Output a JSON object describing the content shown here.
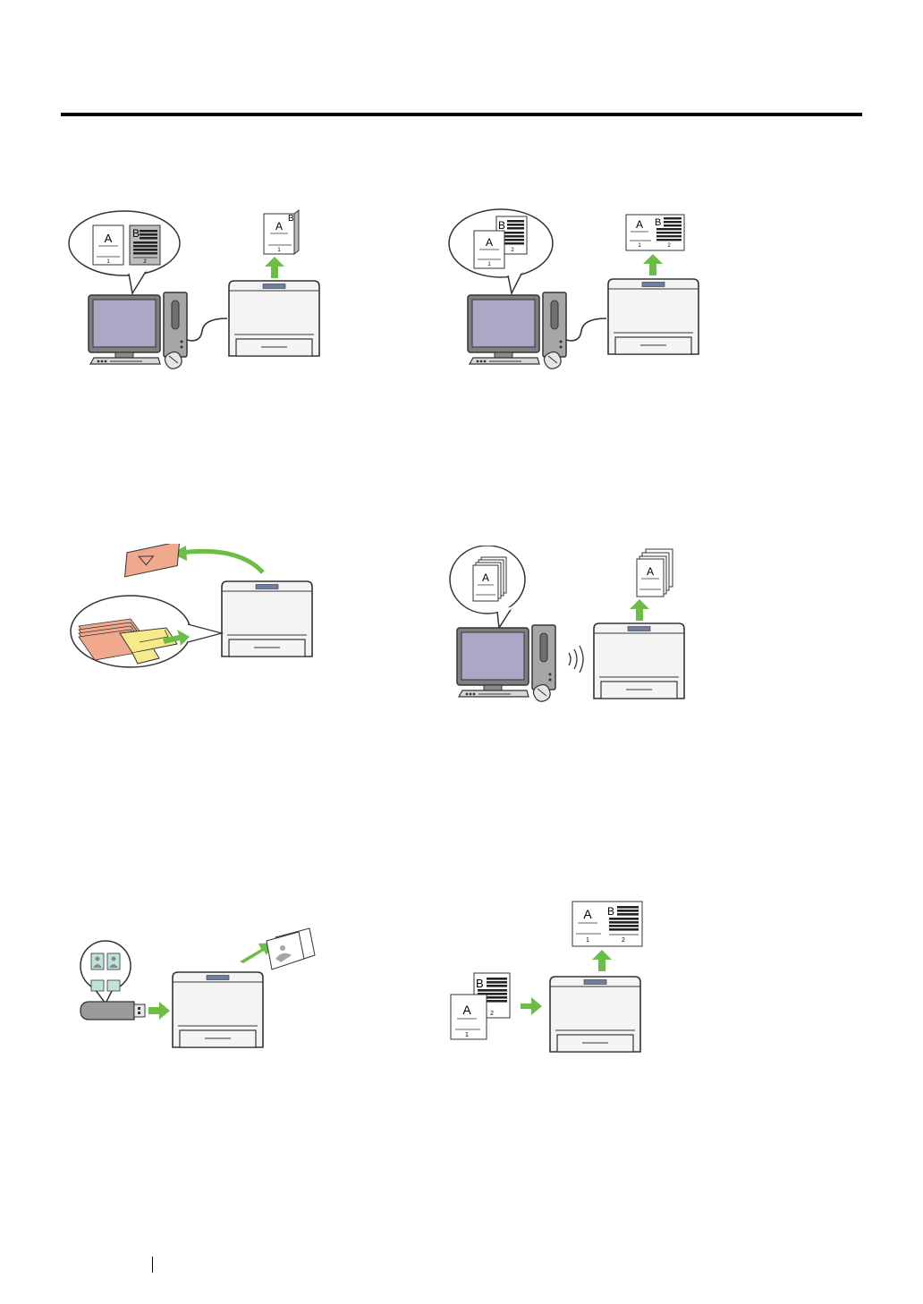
{
  "labels": {
    "page_a": "A",
    "page_b": "B",
    "page_one": "1",
    "page_two": "2"
  },
  "figures": [
    {
      "name": "figure-duplex-print"
    },
    {
      "name": "figure-n-up-print"
    },
    {
      "name": "figure-manual-feed"
    },
    {
      "name": "figure-wireless-print"
    },
    {
      "name": "figure-usb-direct-print"
    },
    {
      "name": "figure-copy"
    }
  ],
  "colors": {
    "arrow_green": "#6cbd45",
    "screen": "#aaa8c4",
    "tower": "#a6a6a6",
    "printer_panel": "#6d7ea0",
    "envelope_pink": "#f0a98d",
    "envelope_yellow": "#f6eb8a",
    "usb_gray": "#9a9a9a",
    "photo_teal": "#bfe2dd"
  }
}
